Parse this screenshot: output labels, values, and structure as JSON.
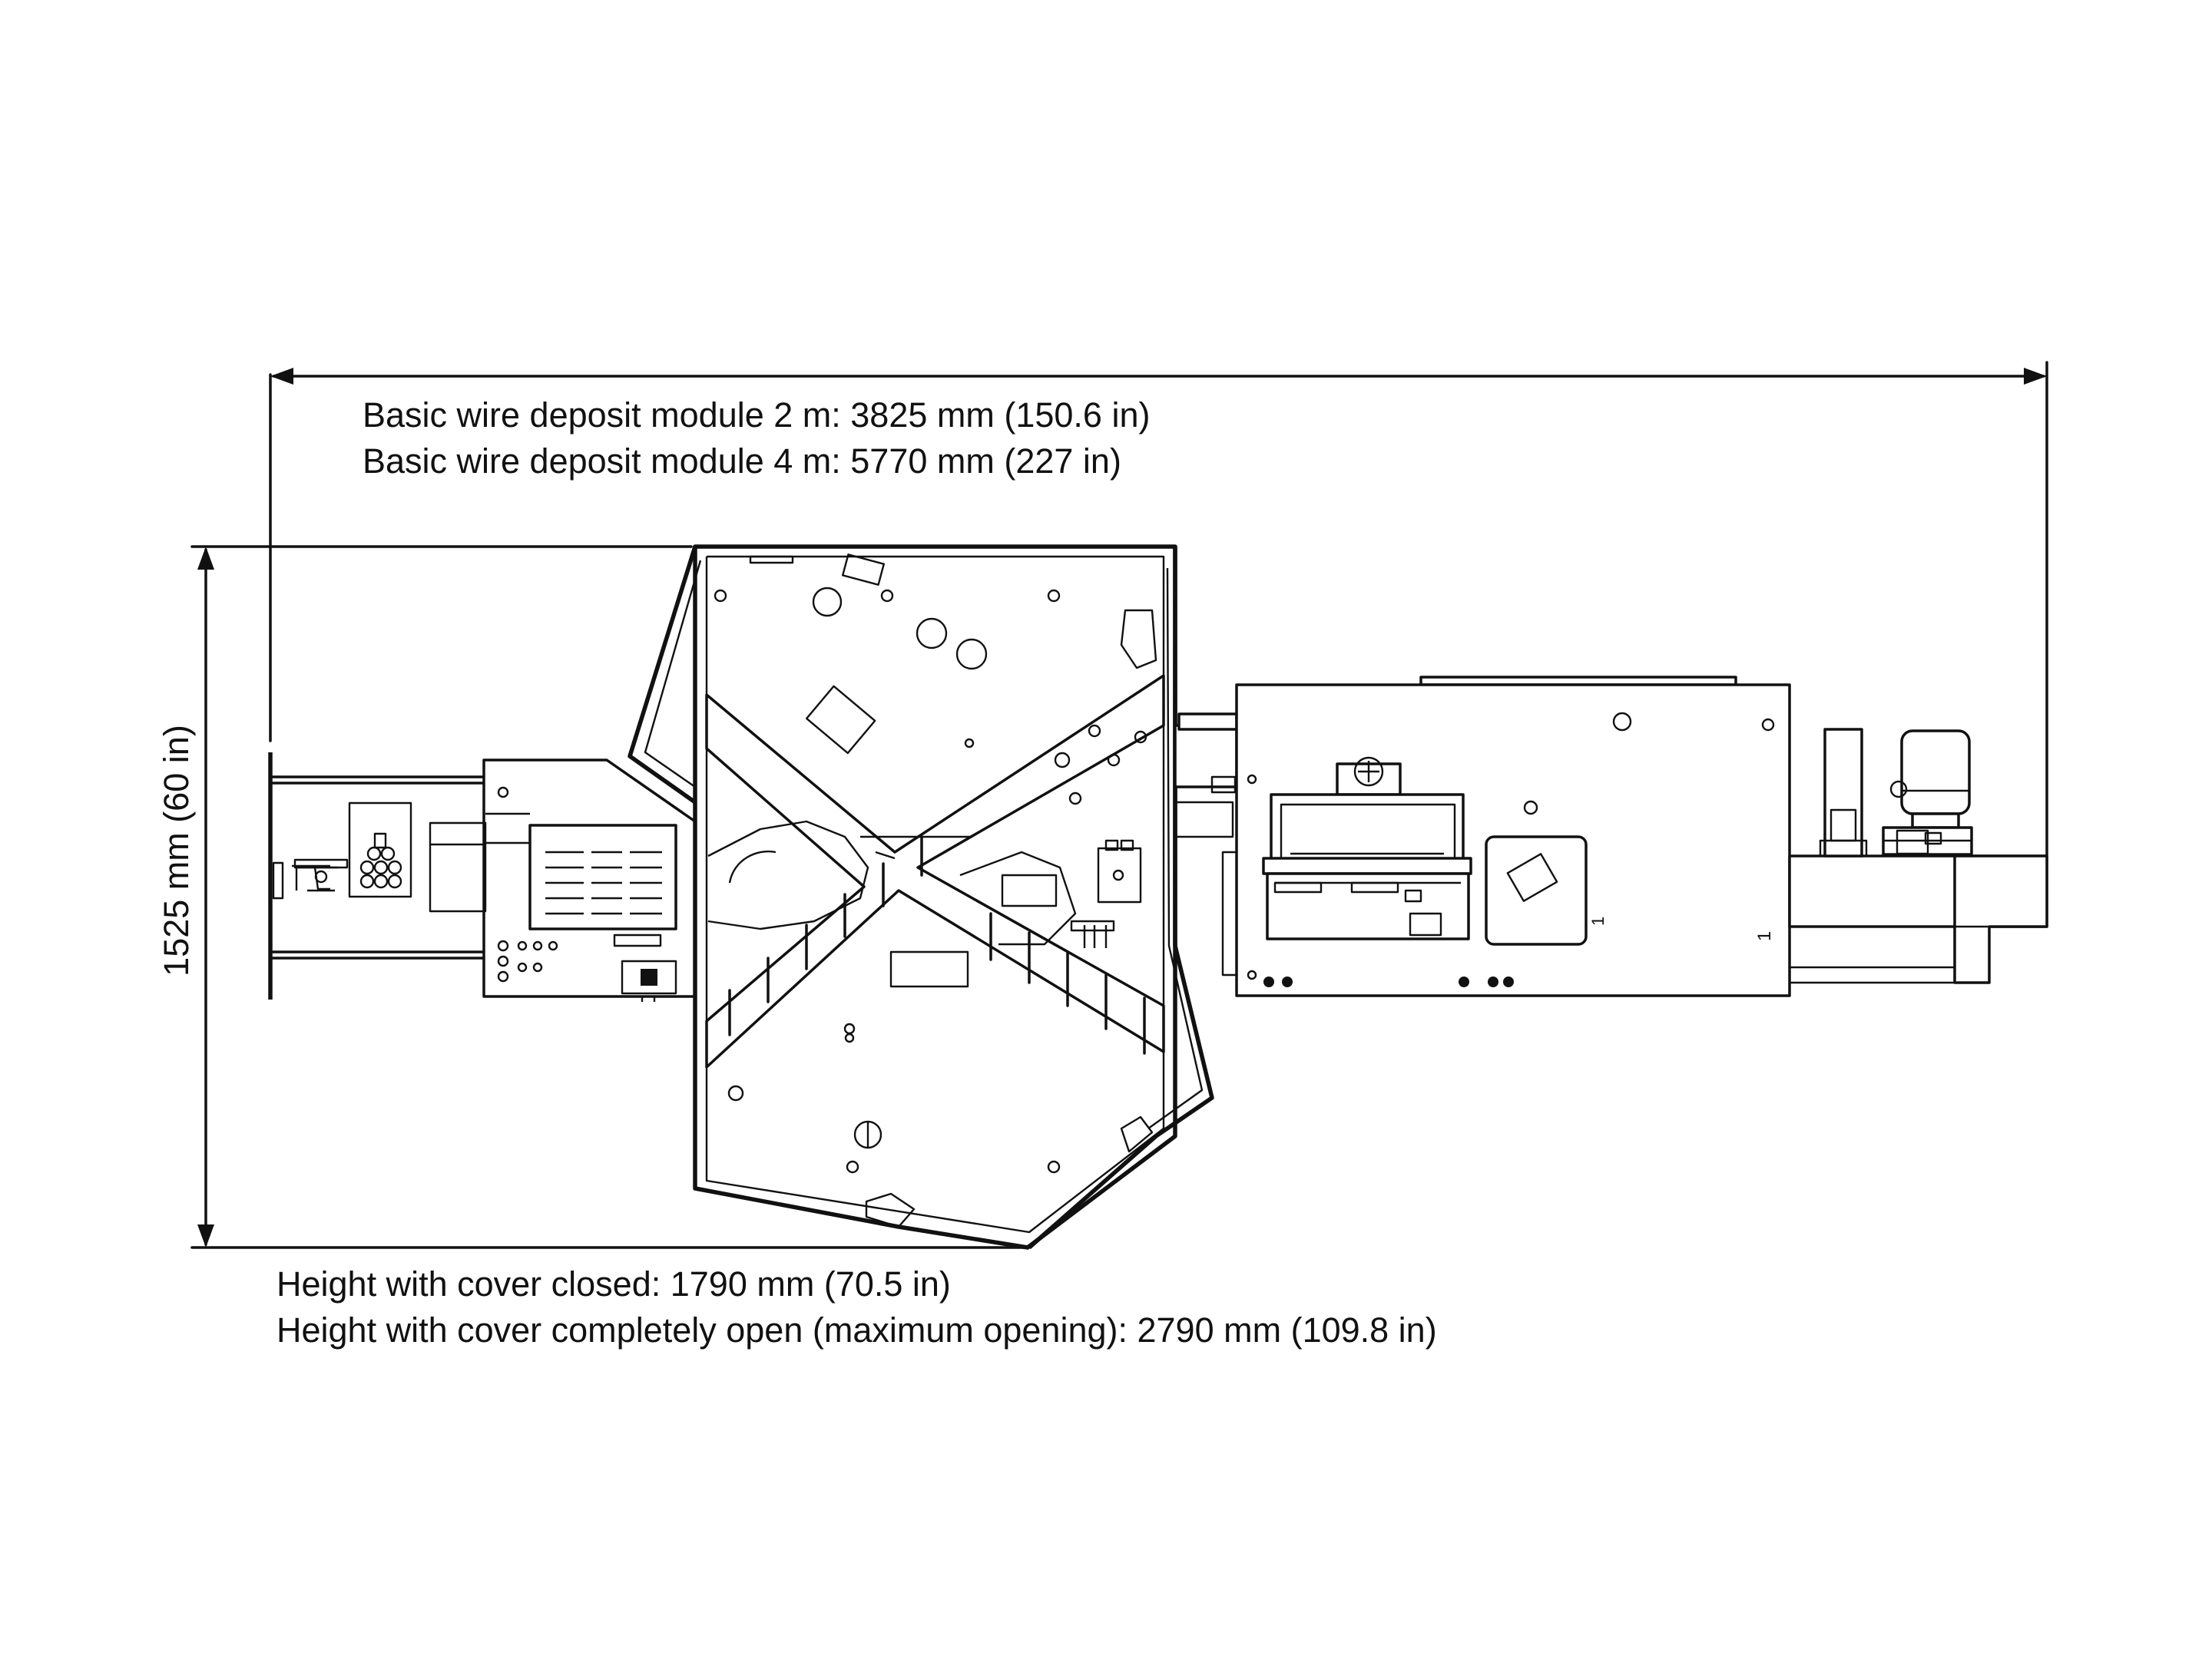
{
  "dimensions": {
    "length_line_1": "Basic wire deposit module 2 m: 3825 mm (150.6 in)",
    "length_line_2": "Basic wire deposit module 4 m: 5770 mm (227 in)",
    "width_label": "1525 mm (60 in)",
    "height_line_1": "Height with cover closed: 1790 mm (70.5 in)",
    "height_line_2": "Height with cover completely open (maximum opening): 2790 mm (109.8 in)"
  },
  "machine_marks": {
    "left_unit_mark": "1",
    "right_unit_mark": "1"
  }
}
